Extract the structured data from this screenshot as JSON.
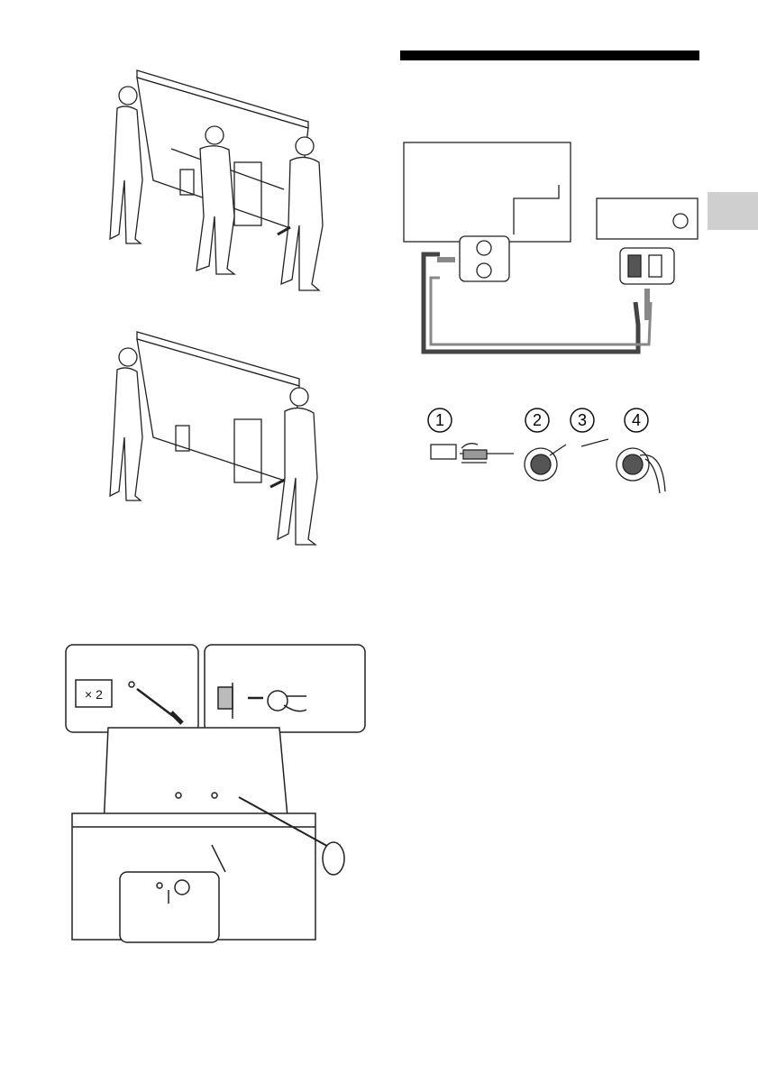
{
  "page": {
    "page_number": ""
  },
  "detail_left": {
    "multiplier": "× 2"
  },
  "steps": [
    "1",
    "2",
    "3",
    "4"
  ],
  "colors": {
    "ink": "#222222",
    "section_bar": "#000000",
    "side_tab": "#cfcfcf",
    "cable_dark": "#444444"
  }
}
